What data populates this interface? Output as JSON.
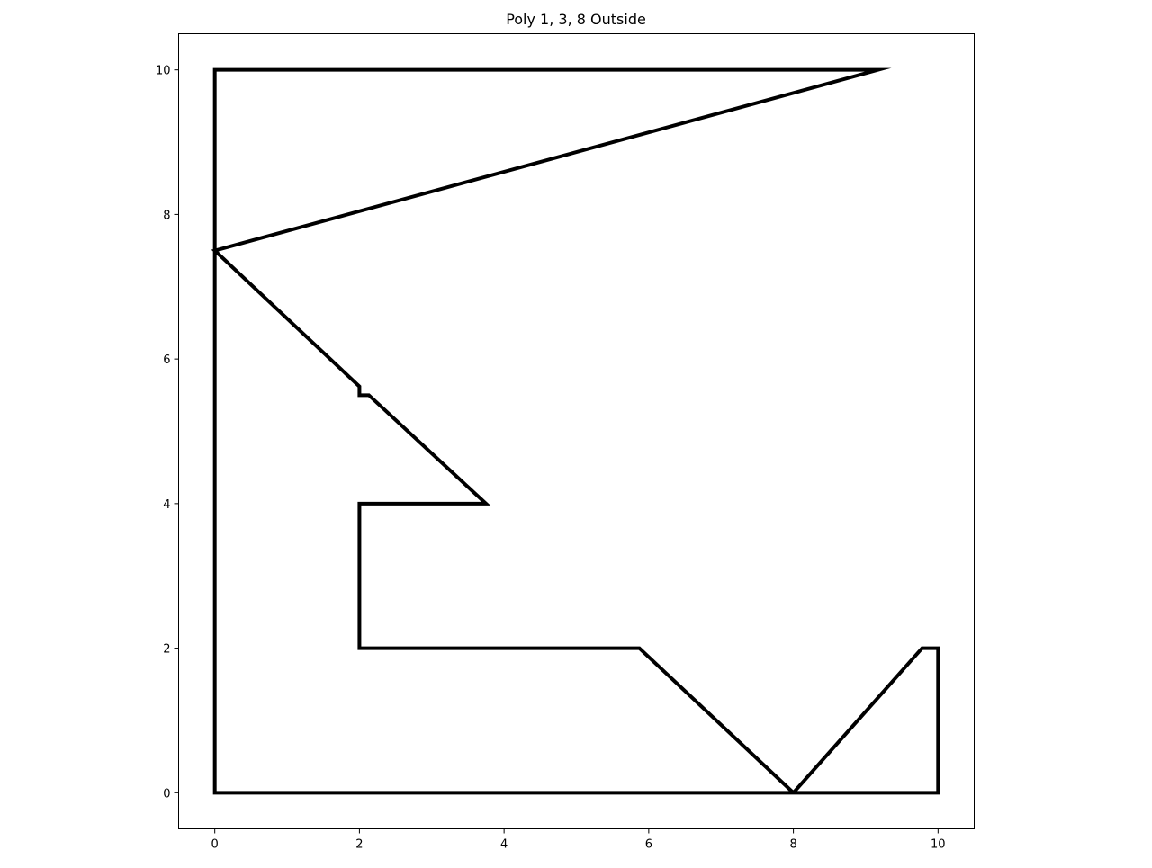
{
  "chart_data": {
    "type": "line",
    "title": "Poly 1, 3, 8 Outside",
    "xlabel": "",
    "ylabel": "",
    "xlim": [
      -0.5,
      10.5
    ],
    "ylim": [
      -0.5,
      10.5
    ],
    "xticks": [
      0,
      2,
      4,
      6,
      8,
      10
    ],
    "yticks": [
      0,
      2,
      4,
      6,
      8,
      10
    ],
    "grid": false,
    "legend": false,
    "series": [
      {
        "color": "#000000",
        "points": [
          [
            0,
            0
          ],
          [
            8,
            0
          ],
          [
            9.78,
            2
          ],
          [
            10,
            2
          ],
          [
            10,
            0
          ],
          [
            8,
            0
          ],
          [
            5.87,
            2
          ],
          [
            2,
            2
          ],
          [
            2,
            4
          ],
          [
            3.75,
            4
          ],
          [
            2.13,
            5.5
          ],
          [
            2,
            5.5
          ],
          [
            2,
            5.62
          ],
          [
            0,
            7.5
          ],
          [
            9.17,
            10
          ],
          [
            0,
            10
          ],
          [
            0,
            7.5
          ],
          [
            0,
            0
          ]
        ]
      }
    ]
  }
}
